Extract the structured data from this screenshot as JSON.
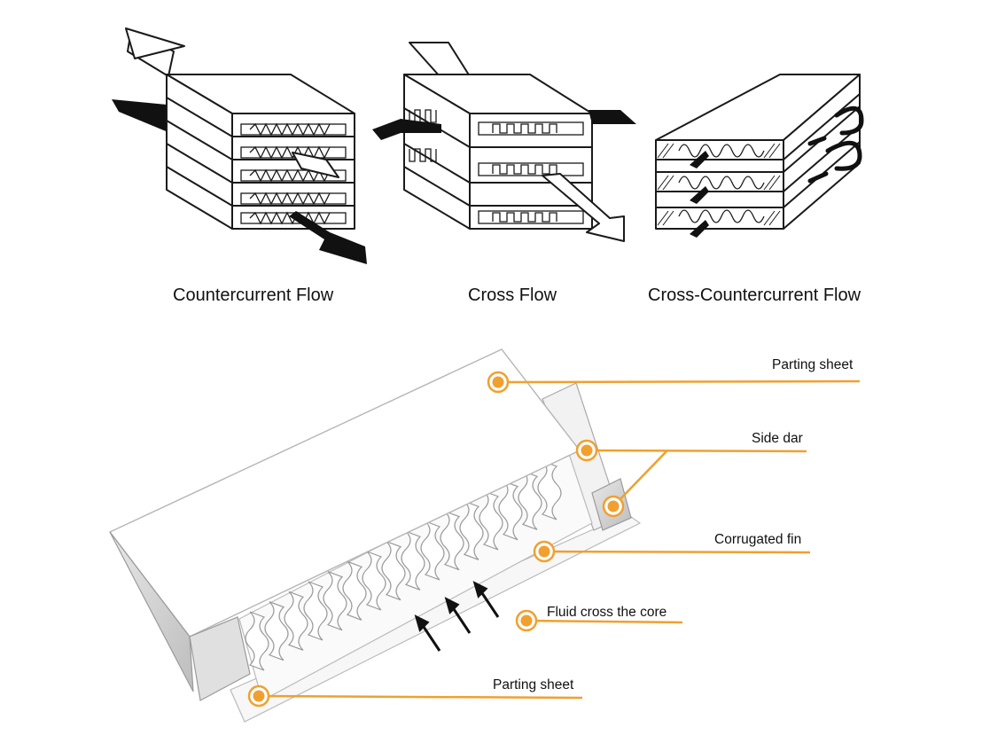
{
  "diagrams": [
    {
      "caption": "Countercurrent Flow"
    },
    {
      "caption": "Cross Flow"
    },
    {
      "caption": "Cross-Countercurrent Flow"
    }
  ],
  "callouts": [
    {
      "label": "Parting sheet"
    },
    {
      "label": "Side dar"
    },
    {
      "label": "Corrugated fin"
    },
    {
      "label": "Fluid cross the core"
    },
    {
      "label": "Parting sheet"
    }
  ],
  "colors": {
    "callout_accent": "#f0a030",
    "outline": "#1a1a1a",
    "arrow_dark": "#111111"
  }
}
